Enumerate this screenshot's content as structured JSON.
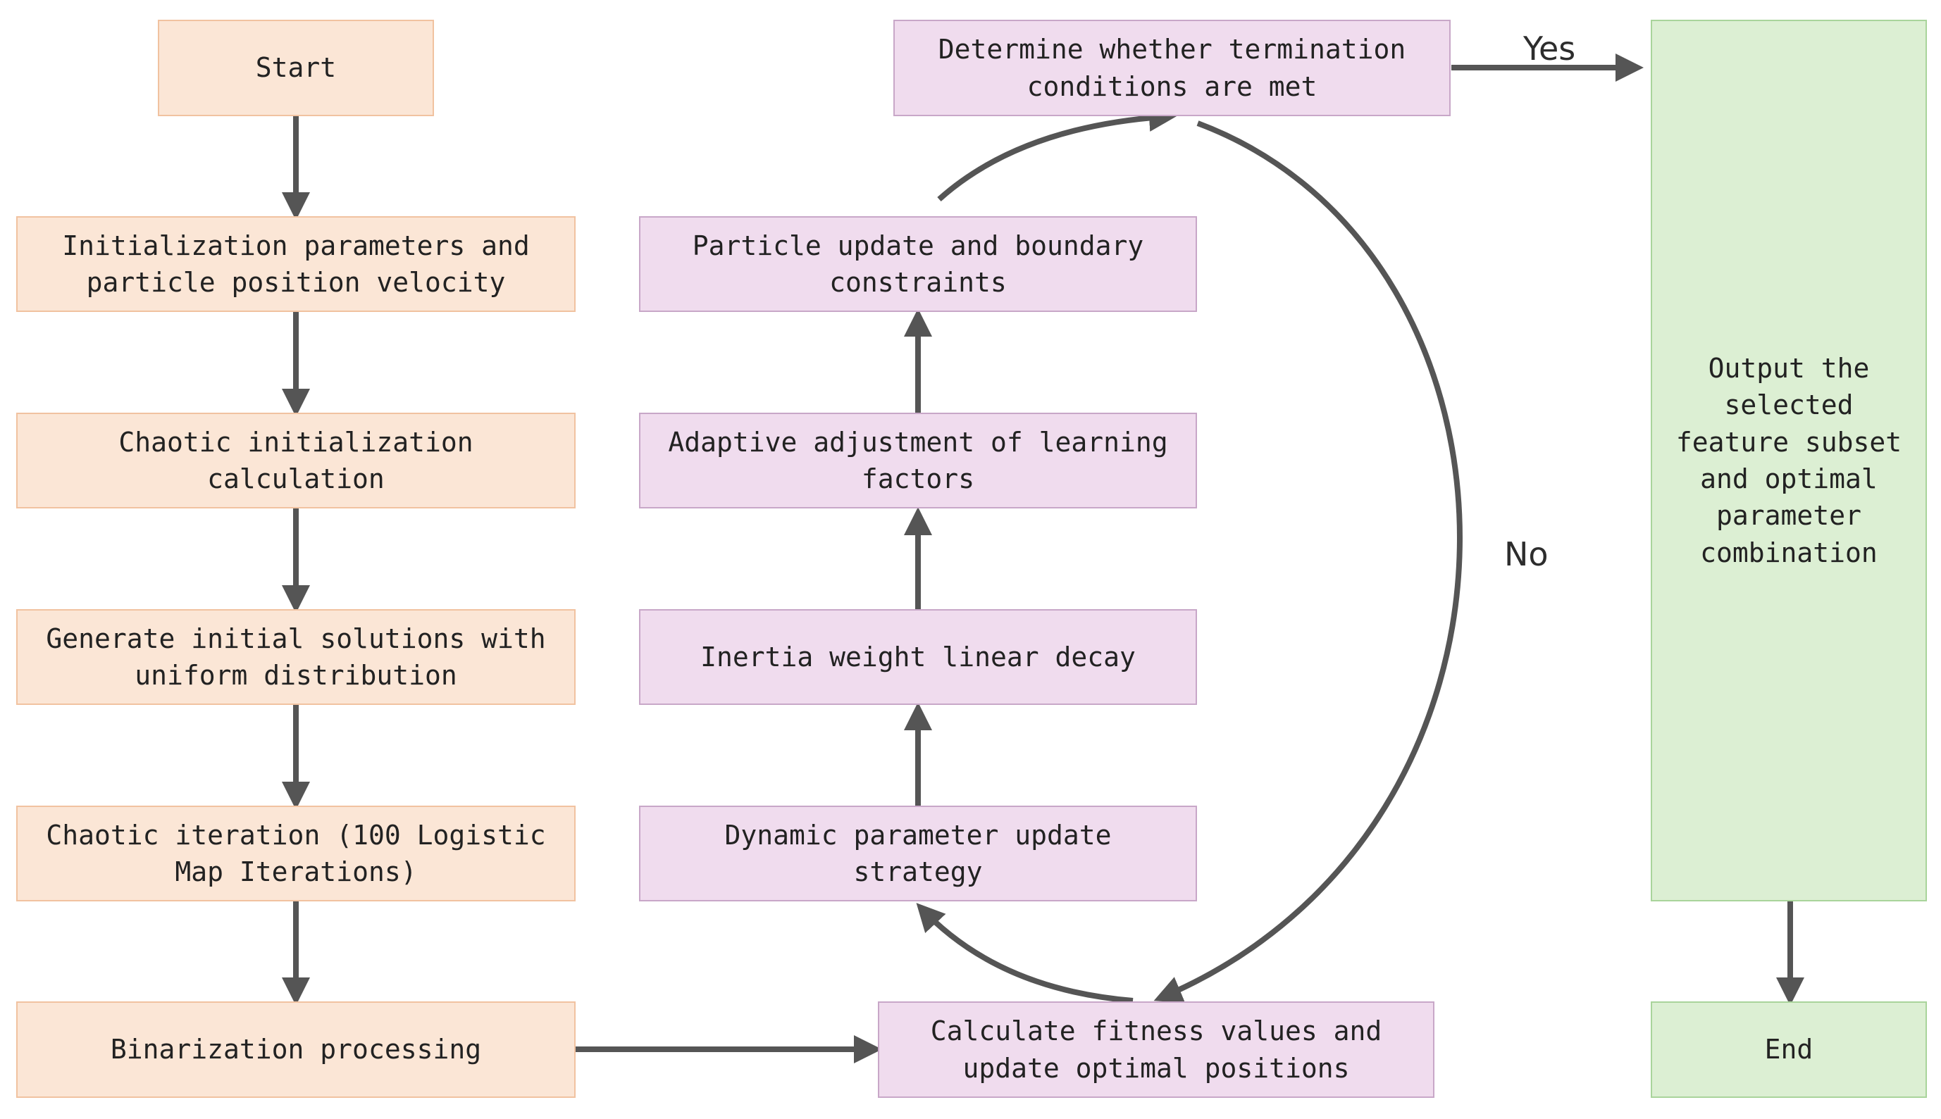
{
  "left_column": {
    "start": "Start",
    "init_params": "Initialization parameters and particle position velocity",
    "chaotic_init": "Chaotic initialization calculation",
    "uniform": "Generate initial solutions with uniform distribution",
    "chaotic_iter": "Chaotic iteration (100 Logistic Map Iterations)",
    "binarization": "Binarization processing"
  },
  "middle_column": {
    "fitness": "Calculate fitness values and update optimal positions",
    "dynamic": "Dynamic parameter update strategy",
    "inertia": "Inertia weight linear decay",
    "adaptive": "Adaptive adjustment of learning factors",
    "particle_update": "Particle update and boundary constraints",
    "termination": "Determine whether termination conditions are met"
  },
  "right_column": {
    "output": "Output the selected feature subset and optimal parameter combination",
    "end": "End"
  },
  "labels": {
    "yes": "Yes",
    "no": "No"
  },
  "colors": {
    "init_fill": "#fbe6d6",
    "loop_fill": "#f0dcee",
    "output_fill": "#dcefd3",
    "arrow": "#555555"
  }
}
